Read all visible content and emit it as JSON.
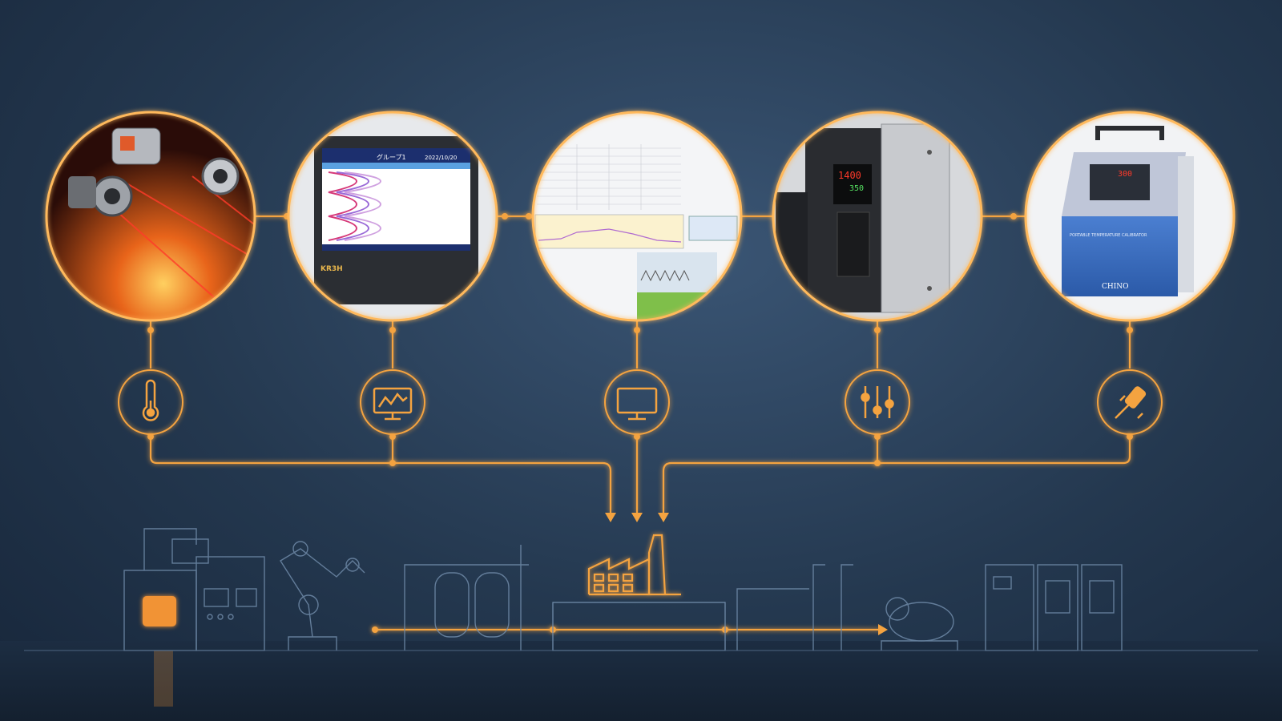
{
  "diagram": {
    "products": [
      {
        "id": "sensors",
        "icon": "thermometer-icon",
        "bg": "#1a0d0a"
      },
      {
        "id": "recorder",
        "icon": "monitor-chart-icon",
        "bg": "#e7e9ec",
        "screen_text": {
          "title": "グループ1",
          "date": "2022/10/20",
          "model": "KR3H"
        }
      },
      {
        "id": "software",
        "icon": "computer-monitor-icon",
        "bg": "#f4f5f7"
      },
      {
        "id": "controller",
        "icon": "sliders-icon",
        "bg": "#d7d9dc",
        "display": "1400",
        "display2": "350"
      },
      {
        "id": "calibrator",
        "icon": "calibration-tool-icon",
        "bg": "#f2f3f5",
        "display": "300",
        "brand": "CHINO",
        "panel_text": "PORTABLE TEMPERATURE CALIBRATOR"
      }
    ],
    "colors": {
      "accent": "#f4a340",
      "accent_glow": "#ffb95c",
      "line_art": "#6f8aa8",
      "background": "#24384f"
    }
  }
}
